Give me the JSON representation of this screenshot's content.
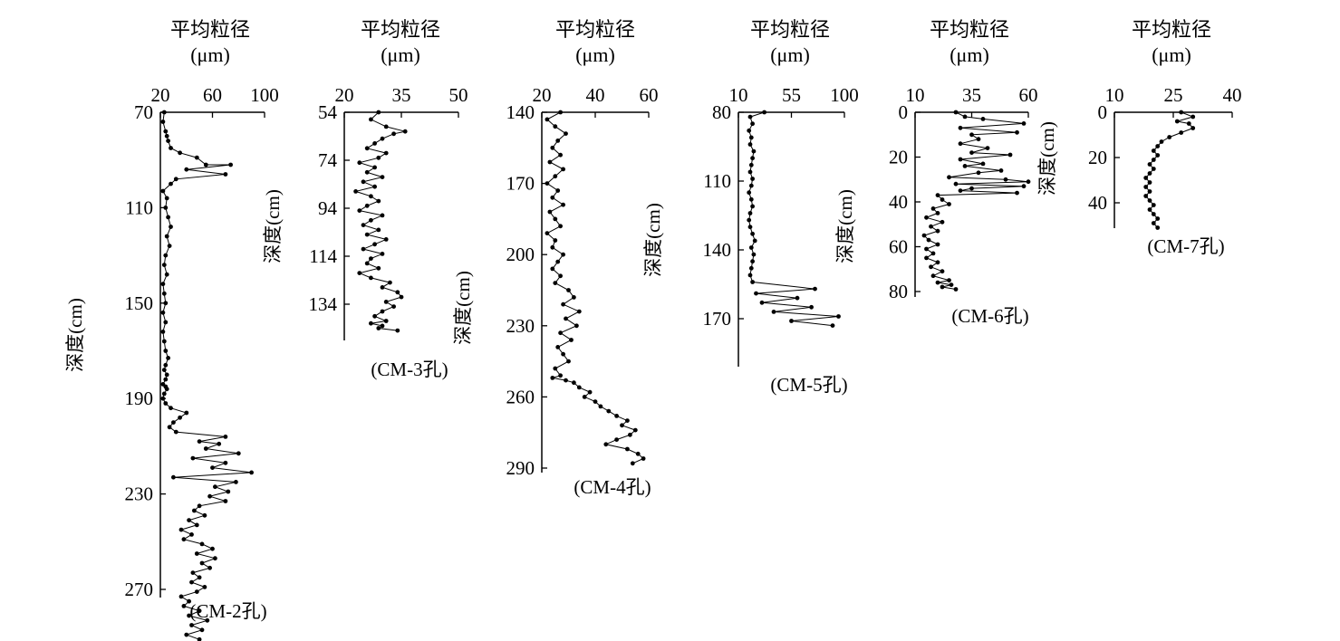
{
  "chart_data": [
    {
      "type": "line",
      "caption": "(CM-2孔)",
      "title_line1": "平均粒径",
      "title_line2": "(μm)",
      "ylabel": "深度(cm)",
      "xticks": [
        "20",
        "60",
        "100"
      ],
      "xlim": [
        20,
        100
      ],
      "yticks": [
        "70",
        "110",
        "150",
        "190",
        "230",
        "270"
      ],
      "ylim": [
        70,
        270
      ],
      "x": [
        23,
        22,
        24,
        25,
        26,
        28,
        35,
        48,
        55,
        74,
        40,
        70,
        32,
        28,
        22,
        25,
        24,
        26,
        28,
        25,
        27,
        24,
        23,
        25,
        22,
        23,
        24,
        22,
        24,
        22,
        23,
        24,
        26,
        24,
        23,
        25,
        24,
        22,
        24,
        25,
        23,
        22,
        24,
        28,
        40,
        35,
        30,
        27,
        32,
        70,
        50,
        65,
        55,
        80,
        45,
        70,
        60,
        90,
        30,
        78,
        62,
        72,
        58,
        70,
        50,
        46,
        54,
        42,
        48,
        36,
        44,
        38,
        52,
        60,
        48,
        62,
        52,
        58,
        45,
        50,
        44,
        54,
        48,
        36,
        42,
        38,
        50,
        42,
        56,
        44,
        52,
        40,
        50,
        46
      ],
      "y": [
        70,
        74,
        78,
        80,
        82,
        85,
        87,
        89,
        92,
        92,
        94,
        96,
        98,
        100,
        103,
        106,
        110,
        114,
        118,
        122,
        126,
        130,
        134,
        138,
        142,
        146,
        150,
        154,
        158,
        162,
        166,
        170,
        173,
        176,
        178,
        180,
        182,
        184,
        185,
        186,
        188,
        190,
        192,
        194,
        196,
        198,
        200,
        202,
        204,
        206,
        208,
        209,
        211,
        213,
        215,
        217,
        219,
        221,
        223,
        225,
        227,
        229,
        231,
        233,
        235,
        237,
        239,
        241,
        243,
        245,
        247,
        249,
        251,
        253,
        255,
        257,
        259,
        261,
        263,
        265,
        267,
        269,
        271,
        273,
        275,
        277,
        279,
        281,
        283,
        285,
        287,
        289,
        291,
        293
      ]
    },
    {
      "type": "line",
      "caption": "(CM-3孔)",
      "title_line1": "平均粒径",
      "title_line2": "(μm)",
      "ylabel": "深度(cm)",
      "xticks": [
        "20",
        "35",
        "50"
      ],
      "xlim": [
        20,
        50
      ],
      "yticks": [
        "54",
        "74",
        "94",
        "114",
        "134"
      ],
      "ylim": [
        54,
        134
      ],
      "x": [
        29,
        27,
        31,
        36,
        33,
        30,
        28,
        26,
        31,
        29,
        24,
        28,
        26,
        30,
        25,
        28,
        23,
        27,
        29,
        26,
        24,
        30,
        27,
        25,
        29,
        26,
        31,
        28,
        25,
        30,
        27,
        26,
        29,
        24,
        27,
        32,
        30,
        34,
        35,
        31,
        33,
        30,
        28,
        31,
        27,
        30,
        29,
        34
      ],
      "y": [
        54,
        57,
        60,
        62,
        63,
        65,
        67,
        69,
        71,
        73,
        75,
        77,
        79,
        81,
        83,
        85,
        87,
        89,
        91,
        93,
        95,
        97,
        99,
        101,
        103,
        105,
        107,
        109,
        111,
        113,
        115,
        117,
        119,
        121,
        123,
        125,
        127,
        129,
        131,
        133,
        135,
        137,
        139,
        141,
        142,
        143,
        144,
        145
      ]
    },
    {
      "type": "line",
      "caption": "(CM-4孔)",
      "title_line1": "平均粒径",
      "title_line2": "(μm)",
      "ylabel": "深度(cm)",
      "xticks": [
        "20",
        "40",
        "60"
      ],
      "xlim": [
        20,
        60
      ],
      "yticks": [
        "140",
        "170",
        "200",
        "230",
        "260",
        "290"
      ],
      "ylim": [
        140,
        290
      ],
      "x": [
        27,
        22,
        25,
        29,
        26,
        24,
        27,
        23,
        28,
        25,
        22,
        26,
        24,
        28,
        23,
        25,
        27,
        22,
        25,
        24,
        28,
        26,
        24,
        27,
        25,
        30,
        32,
        28,
        34,
        29,
        33,
        27,
        31,
        26,
        28,
        30,
        25,
        27,
        24,
        29,
        32,
        34,
        38,
        36,
        40,
        42,
        45,
        48,
        52,
        50,
        55,
        53,
        48,
        44,
        52,
        56,
        58,
        54
      ],
      "y": [
        140,
        143,
        146,
        149,
        152,
        155,
        158,
        161,
        164,
        167,
        170,
        173,
        176,
        179,
        182,
        185,
        188,
        191,
        194,
        197,
        200,
        203,
        206,
        209,
        212,
        215,
        218,
        221,
        224,
        227,
        230,
        233,
        236,
        239,
        242,
        245,
        248,
        251,
        252,
        253,
        254,
        256,
        258,
        260,
        262,
        264,
        266,
        268,
        270,
        272,
        274,
        276,
        278,
        280,
        282,
        284,
        286,
        288
      ]
    },
    {
      "type": "line",
      "caption": "(CM-5孔)",
      "title_line1": "平均粒径",
      "title_line2": "(μm)",
      "ylabel": "深度(cm)",
      "xticks": [
        "10",
        "55",
        "100"
      ],
      "xlim": [
        10,
        100
      ],
      "yticks": [
        "80",
        "110",
        "140",
        "170"
      ],
      "ylim": [
        80,
        170
      ],
      "x": [
        32,
        20,
        22,
        19,
        21,
        20,
        23,
        22,
        21,
        20,
        22,
        21,
        19,
        21,
        22,
        20,
        19,
        20,
        22,
        24,
        21,
        23,
        22,
        21,
        20,
        22,
        75,
        25,
        60,
        30,
        72,
        40,
        95,
        55,
        90
      ],
      "y": [
        80,
        82,
        85,
        88,
        91,
        94,
        97,
        100,
        103,
        106,
        109,
        112,
        115,
        118,
        121,
        124,
        127,
        130,
        133,
        136,
        139,
        142,
        145,
        148,
        151,
        154,
        157,
        159,
        161,
        163,
        165,
        167,
        169,
        171,
        173
      ]
    },
    {
      "type": "line",
      "caption": "(CM-6孔)",
      "title_line1": "平均粒径",
      "title_line2": "(μm)",
      "ylabel": "深度(cm)",
      "xticks": [
        "10",
        "35",
        "60"
      ],
      "xlim": [
        10,
        60
      ],
      "yticks": [
        "0",
        "20",
        "40",
        "60",
        "80"
      ],
      "ylim": [
        0,
        80
      ],
      "x": [
        28,
        32,
        40,
        58,
        30,
        55,
        35,
        38,
        30,
        42,
        35,
        52,
        30,
        40,
        32,
        48,
        38,
        25,
        50,
        60,
        28,
        58,
        35,
        30,
        55,
        20,
        22,
        25,
        18,
        20,
        15,
        22,
        17,
        20,
        14,
        16,
        20,
        15,
        18,
        15,
        20,
        17,
        22,
        18,
        25,
        20,
        26,
        22,
        28
      ],
      "y": [
        0,
        2,
        3,
        5,
        7,
        9,
        10,
        12,
        14,
        16,
        18,
        19,
        21,
        23,
        24,
        26,
        27,
        29,
        30,
        31,
        32,
        33,
        34,
        35,
        36,
        37,
        39,
        41,
        43,
        45,
        47,
        49,
        51,
        53,
        55,
        57,
        59,
        61,
        63,
        65,
        67,
        69,
        71,
        73,
        75,
        76,
        77,
        78,
        79
      ]
    },
    {
      "type": "line",
      "caption": "(CM-7孔)",
      "title_line1": "平均粒径",
      "title_line2": "(μm)",
      "ylabel": "深度(cm)",
      "xticks": [
        "10",
        "25",
        "40"
      ],
      "xlim": [
        10,
        40
      ],
      "yticks": [
        "0",
        "20",
        "40"
      ],
      "ylim": [
        0,
        40
      ],
      "x": [
        27,
        30,
        26,
        29,
        30,
        27,
        24,
        22,
        21,
        20,
        21,
        20,
        19,
        20,
        19,
        18,
        19,
        18,
        19,
        18,
        19,
        20,
        19,
        20,
        21,
        20,
        21
      ],
      "y": [
        0,
        2,
        4,
        5,
        7,
        9,
        11,
        13,
        15,
        17,
        19,
        21,
        23,
        25,
        27,
        29,
        31,
        33,
        35,
        37,
        39,
        41,
        43,
        45,
        47,
        49,
        51
      ]
    }
  ]
}
